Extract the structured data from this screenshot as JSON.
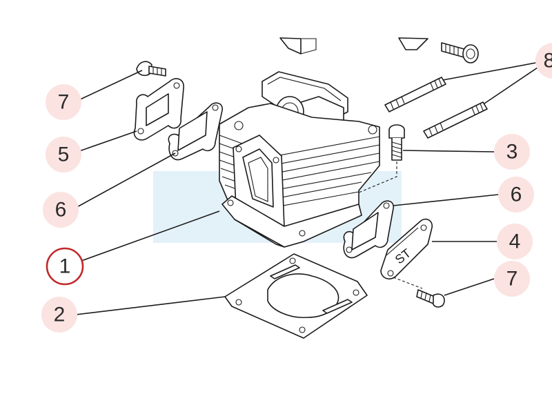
{
  "colors": {
    "callout_fill": "#fbe3e1",
    "selected_ring": "#c0282a",
    "watermark": "#e3f1f9",
    "line": "#1a1a1a"
  },
  "callouts": [
    {
      "id": "7a",
      "label": "7"
    },
    {
      "id": "5",
      "label": "5"
    },
    {
      "id": "6a",
      "label": "6"
    },
    {
      "id": "1",
      "label": "1",
      "selected": true
    },
    {
      "id": "2",
      "label": "2"
    },
    {
      "id": "8",
      "label": "8"
    },
    {
      "id": "3",
      "label": "3"
    },
    {
      "id": "6b",
      "label": "6"
    },
    {
      "id": "4",
      "label": "4"
    },
    {
      "id": "7b",
      "label": "7"
    }
  ],
  "cover_plate_stamp": "ST"
}
